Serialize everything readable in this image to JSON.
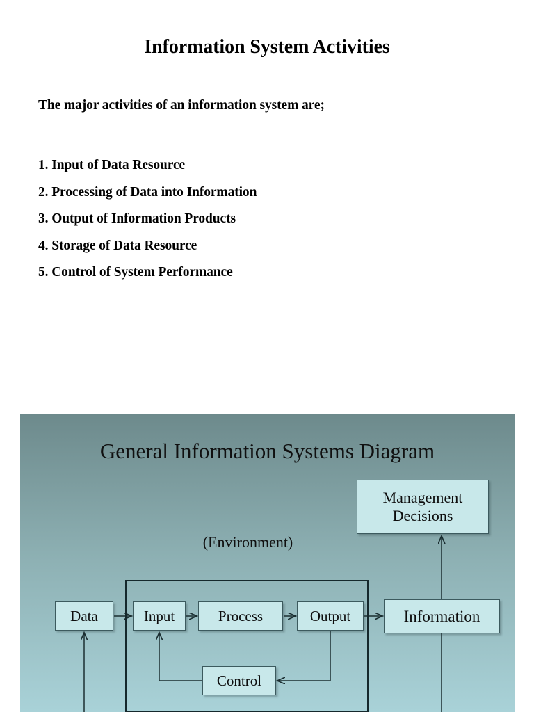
{
  "slide_text": {
    "title": "Information System Activities",
    "intro": "The major activities of an information system are;",
    "activities": [
      "1. Input of Data Resource",
      "2. Processing of Data into Information",
      "3. Output of Information Products",
      "4. Storage of Data Resource",
      "5. Control of System Performance"
    ]
  },
  "diagram": {
    "title": "General Information Systems Diagram",
    "environment_label": "(Environment)",
    "nodes": {
      "management_line1": "Management",
      "management_line2": "Decisions",
      "data": "Data",
      "input": "Input",
      "process": "Process",
      "output": "Output",
      "information": "Information",
      "control": "Control"
    },
    "colors": {
      "background_top": "#6d8a8c",
      "background_bottom": "#a9d2d8",
      "node_fill": "#c8e8ea",
      "node_border": "#3c5a5e",
      "boundary_border": "#15282c",
      "line": "#1b2e31"
    }
  }
}
